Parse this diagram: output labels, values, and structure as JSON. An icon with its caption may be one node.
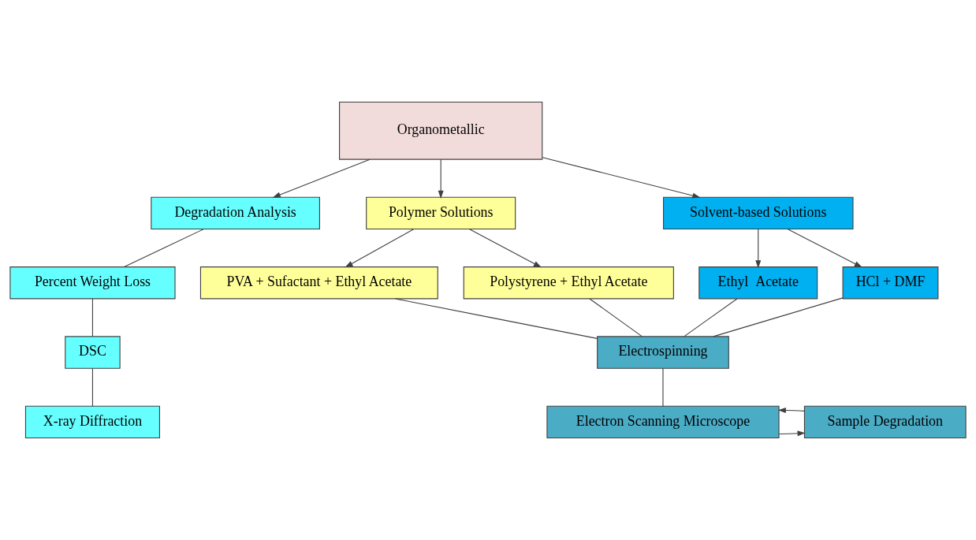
{
  "diagram": {
    "nodes": [
      {
        "text": [
          "Organometallic"
        ]
      },
      {
        "text": [
          "Degradation Analysis"
        ]
      },
      {
        "text": [
          "Polymer Solutions"
        ]
      },
      {
        "text": [
          "Solvent-based Solutions"
        ]
      },
      {
        "text": [
          "Percent Weight Loss"
        ]
      },
      {
        "text": [
          "PVA + Sufactant + Ethyl Acetate"
        ]
      },
      {
        "text": [
          "Polystyrene + Ethyl Acetate"
        ]
      },
      {
        "text": [
          "Ethyl  Acetate"
        ]
      },
      {
        "text": [
          "HCl + DMF"
        ]
      },
      {
        "text": [
          "DSC"
        ]
      },
      {
        "text": [
          "Electrospinning"
        ]
      },
      {
        "text": [
          "X-ray Diffraction"
        ]
      },
      {
        "text": [
          "Electron Scanning Microscope"
        ]
      },
      {
        "text": [
          "Sample Degradation"
        ]
      }
    ],
    "edges": [
      {
        "from": 0,
        "to": 1,
        "arrow": "to"
      },
      {
        "from": 0,
        "to": 2,
        "arrow": "to"
      },
      {
        "from": 0,
        "to": 3,
        "arrow": "to"
      },
      {
        "from": 1,
        "to": 4,
        "arrow": "none"
      },
      {
        "from": 2,
        "to": 5,
        "arrow": "to"
      },
      {
        "from": 2,
        "to": 6,
        "arrow": "to"
      },
      {
        "from": 3,
        "to": 7,
        "arrow": "to"
      },
      {
        "from": 3,
        "to": 8,
        "arrow": "to"
      },
      {
        "from": 4,
        "to": 9,
        "arrow": "none"
      },
      {
        "from": 9,
        "to": 11,
        "arrow": "none"
      },
      {
        "from": 5,
        "to": 10,
        "arrow": "none"
      },
      {
        "from": 6,
        "to": 10,
        "arrow": "none"
      },
      {
        "from": 7,
        "to": 10,
        "arrow": "none"
      },
      {
        "from": 8,
        "to": 10,
        "arrow": "none"
      },
      {
        "from": 10,
        "to": 12,
        "arrow": "none"
      },
      {
        "from": 12,
        "to": 13,
        "arrow": "to"
      },
      {
        "from": 13,
        "to": 12,
        "arrow": "to"
      }
    ]
  }
}
